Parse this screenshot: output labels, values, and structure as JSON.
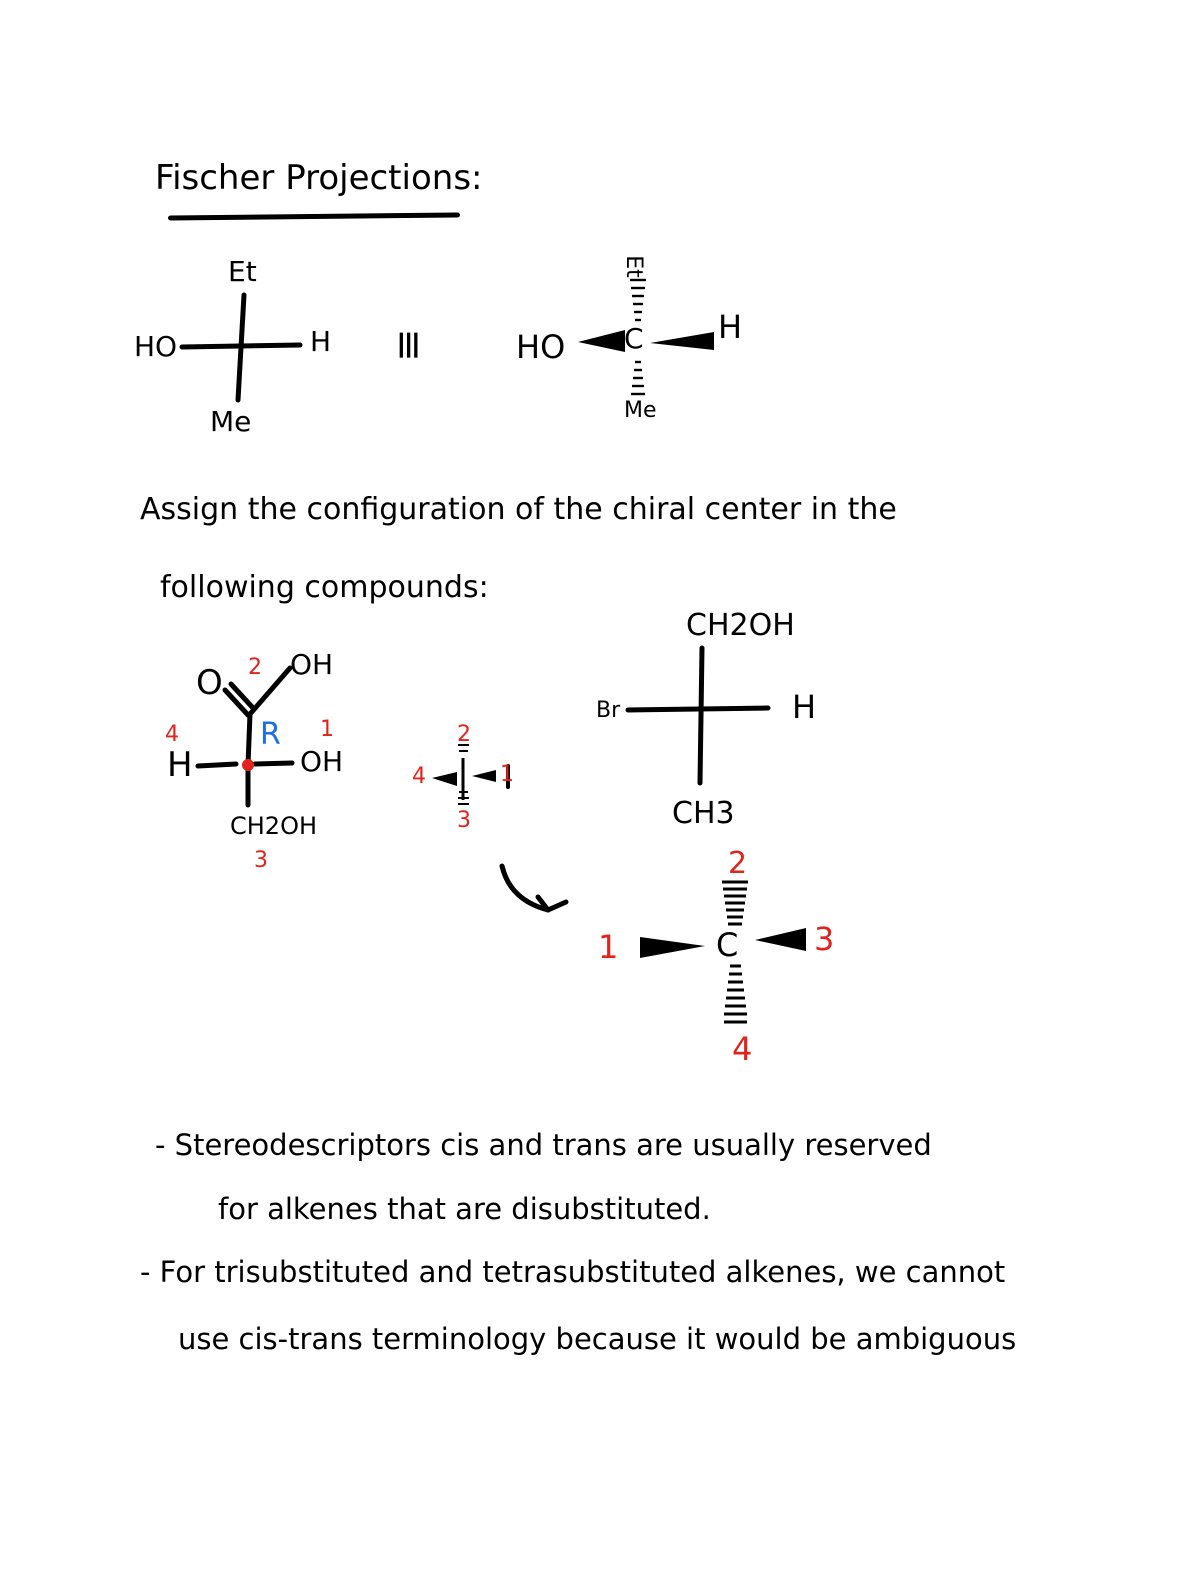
{
  "title": "Fischer Projections:",
  "example1": {
    "top": "Et",
    "left": "HO",
    "right": "H",
    "bottom": "Me",
    "equiv": "≡",
    "wedge_left": "HO",
    "wedge_center": "C",
    "wedge_right": "H",
    "wedge_top": "Et",
    "wedge_bottom": "Me"
  },
  "prompt": {
    "line1": "Assign the configuration of the chiral center in the",
    "line2": "following compounds:"
  },
  "compound1": {
    "carbonyl_o": "O",
    "oh_top": "OH",
    "left": "H",
    "right": "OH",
    "bottom": "CH2OH",
    "config": "R",
    "priorities": {
      "top": "2",
      "left": "4",
      "right": "1",
      "bottom": "3"
    }
  },
  "compound1_wedge": {
    "top": "2",
    "left": "4",
    "right": "1",
    "bottom": "3"
  },
  "compound2": {
    "top": "CH2OH",
    "left": "Br",
    "right": "H",
    "bottom": "CH3"
  },
  "compound2_wedge": {
    "top": "2",
    "left": "1",
    "center": "C",
    "right": "3",
    "bottom": "4"
  },
  "notes": {
    "line1": "- Stereodescriptors cis and trans are usually reserved",
    "line2": "for alkenes that are disubstituted.",
    "line3": "- For trisubstituted and tetrasubstituted alkenes, we cannot",
    "line4": "use cis-trans terminology because it would be ambiguous"
  },
  "colors": {
    "ink": "#000000",
    "priority_red": "#e0231b",
    "config_blue": "#1e6fe6"
  }
}
